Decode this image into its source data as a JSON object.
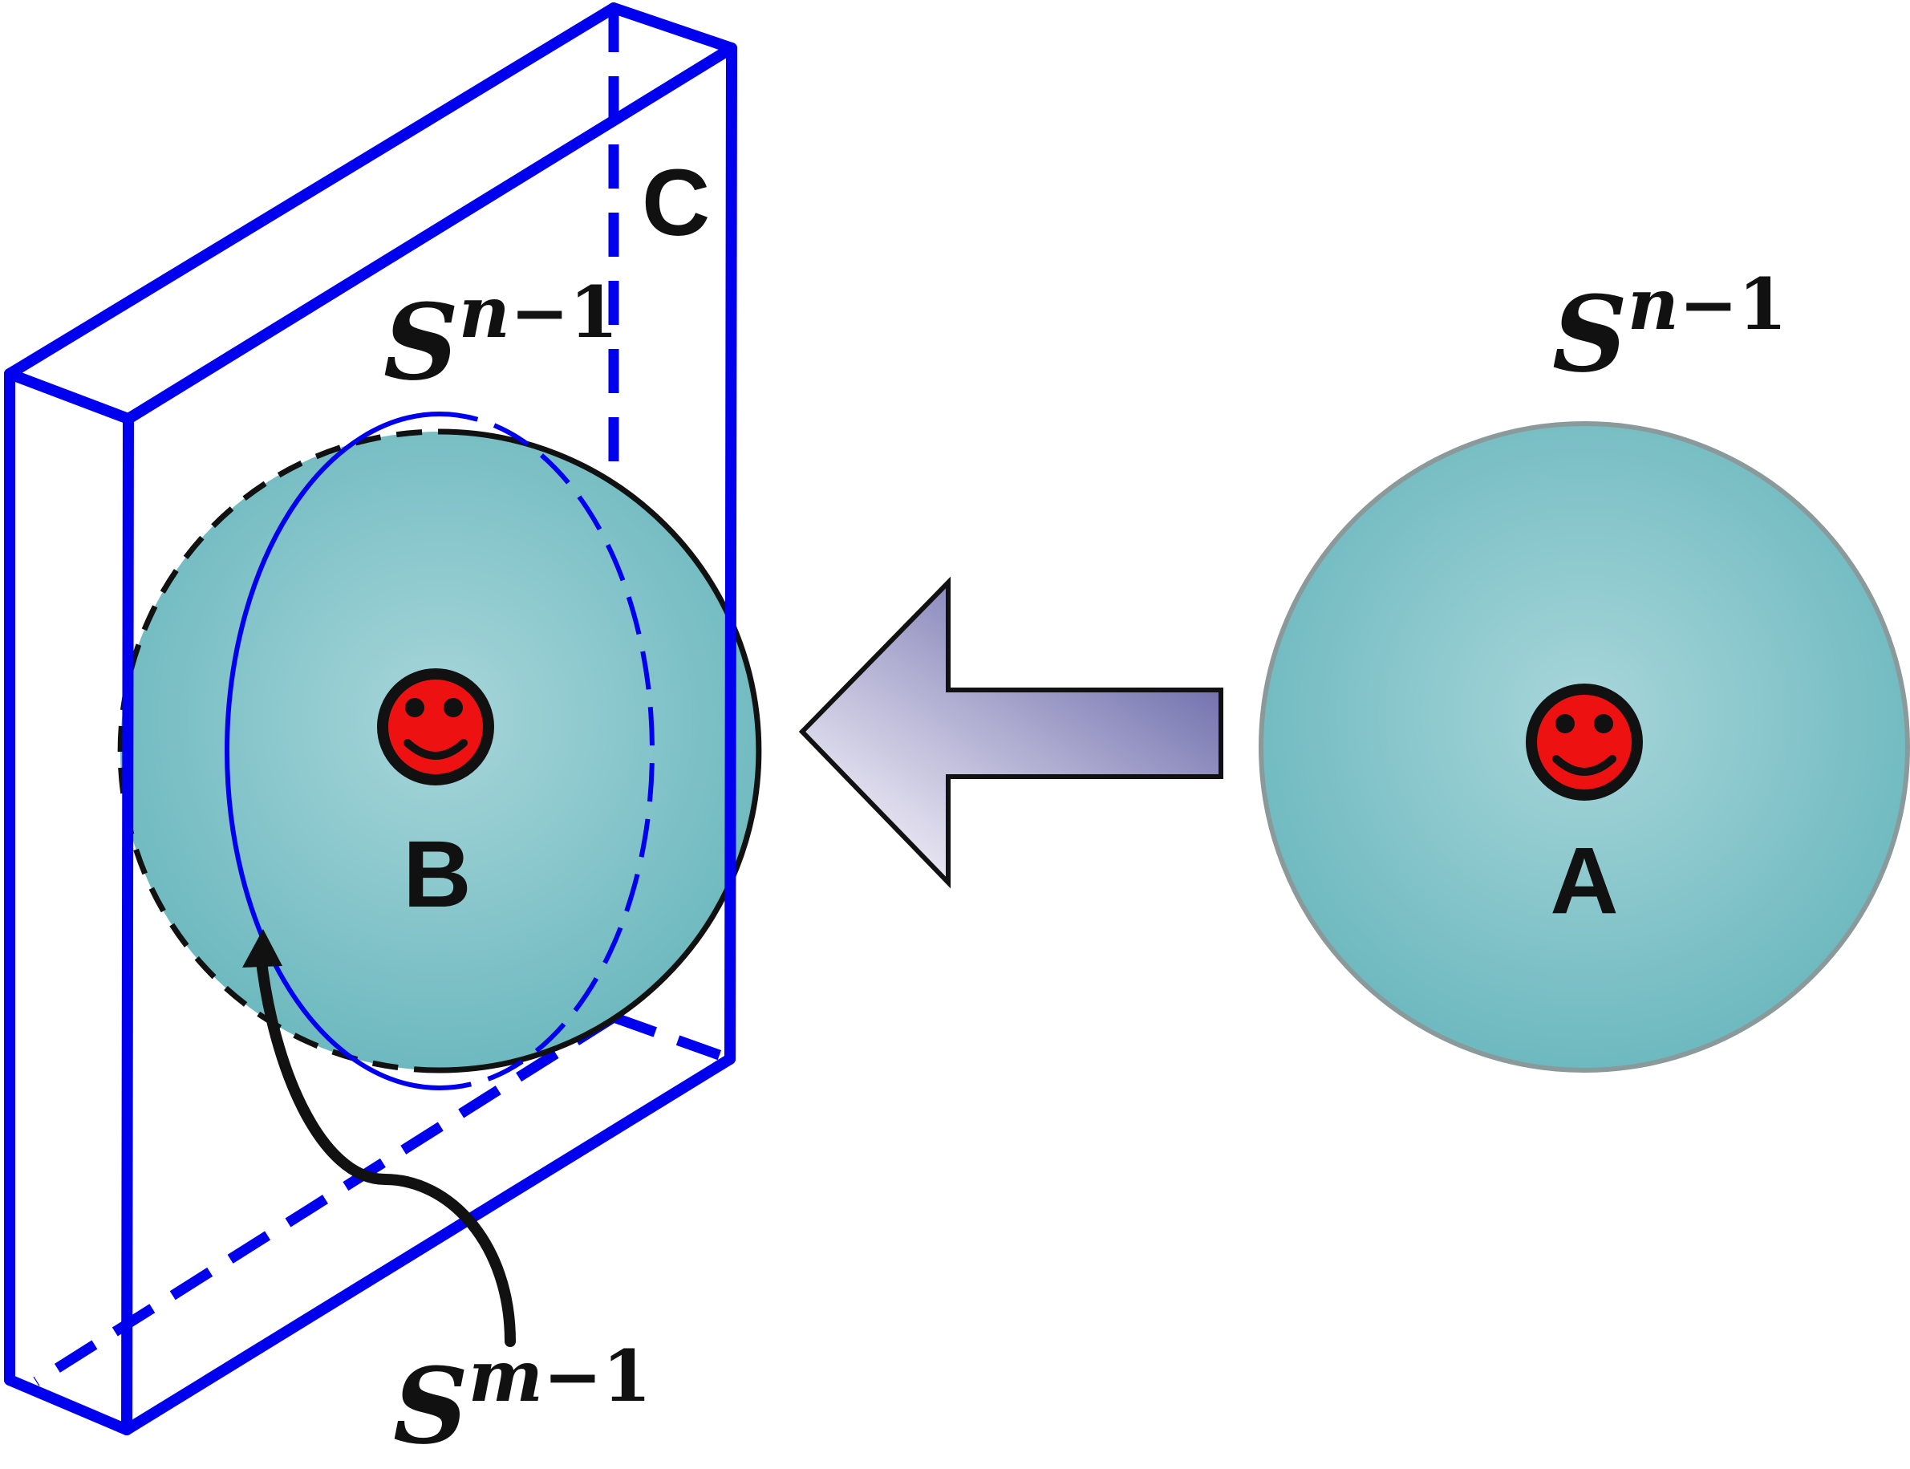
{
  "labels": {
    "region_c": "C",
    "region_b": "B",
    "region_a": "A",
    "sphere_left": {
      "base": "S",
      "exp_var": "n",
      "exp_rest": "−1"
    },
    "sphere_right": {
      "base": "S",
      "exp_var": "n",
      "exp_rest": "−1"
    },
    "sub_sphere": {
      "base": "S",
      "exp_var": "m",
      "exp_rest": "−1"
    }
  },
  "colors": {
    "sphere_fill_center": "#a7d6da",
    "sphere_fill_edge": "#6db9bf",
    "box_stroke": "#0000ee",
    "outline": "#111111",
    "smiley_face": "#ee1111",
    "arrow_light": "#ebe9f5",
    "arrow_dark": "#5f5fa4",
    "sphere_right_rim": "#8a9a9a"
  },
  "icons": {
    "smiley_b": "smiley-face-icon",
    "smiley_a": "smiley-face-icon",
    "arrow": "left-arrow-icon"
  }
}
